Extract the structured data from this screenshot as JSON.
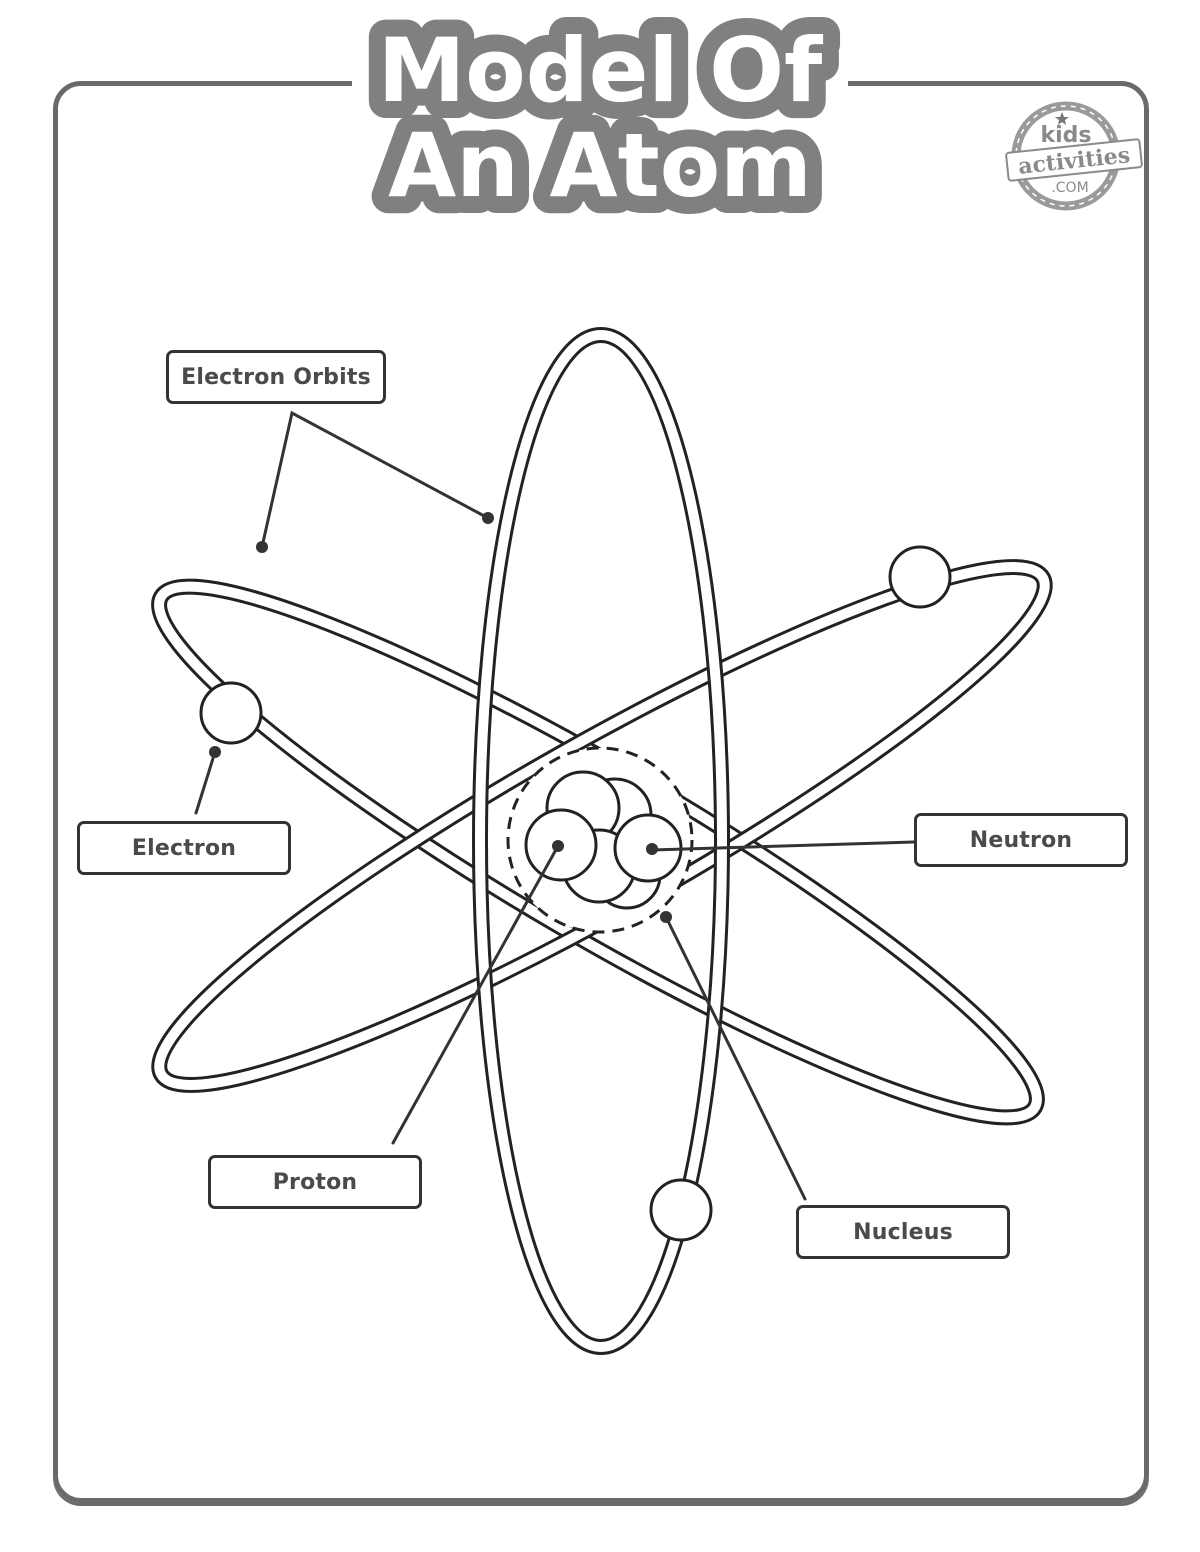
{
  "title": {
    "line1": "Model Of",
    "line2": "An Atom"
  },
  "logo": {
    "top": "kids",
    "middle": "activities",
    "bottom": ".COM"
  },
  "labels": {
    "electron_orbits": "Electron Orbits",
    "electron": "Electron",
    "neutron": "Neutron",
    "proton": "Proton",
    "nucleus": "Nucleus"
  },
  "colors": {
    "frame": "#6a6a6a",
    "title_fill": "#808080",
    "line": "#222222",
    "label_text": "#4a4a4a"
  }
}
